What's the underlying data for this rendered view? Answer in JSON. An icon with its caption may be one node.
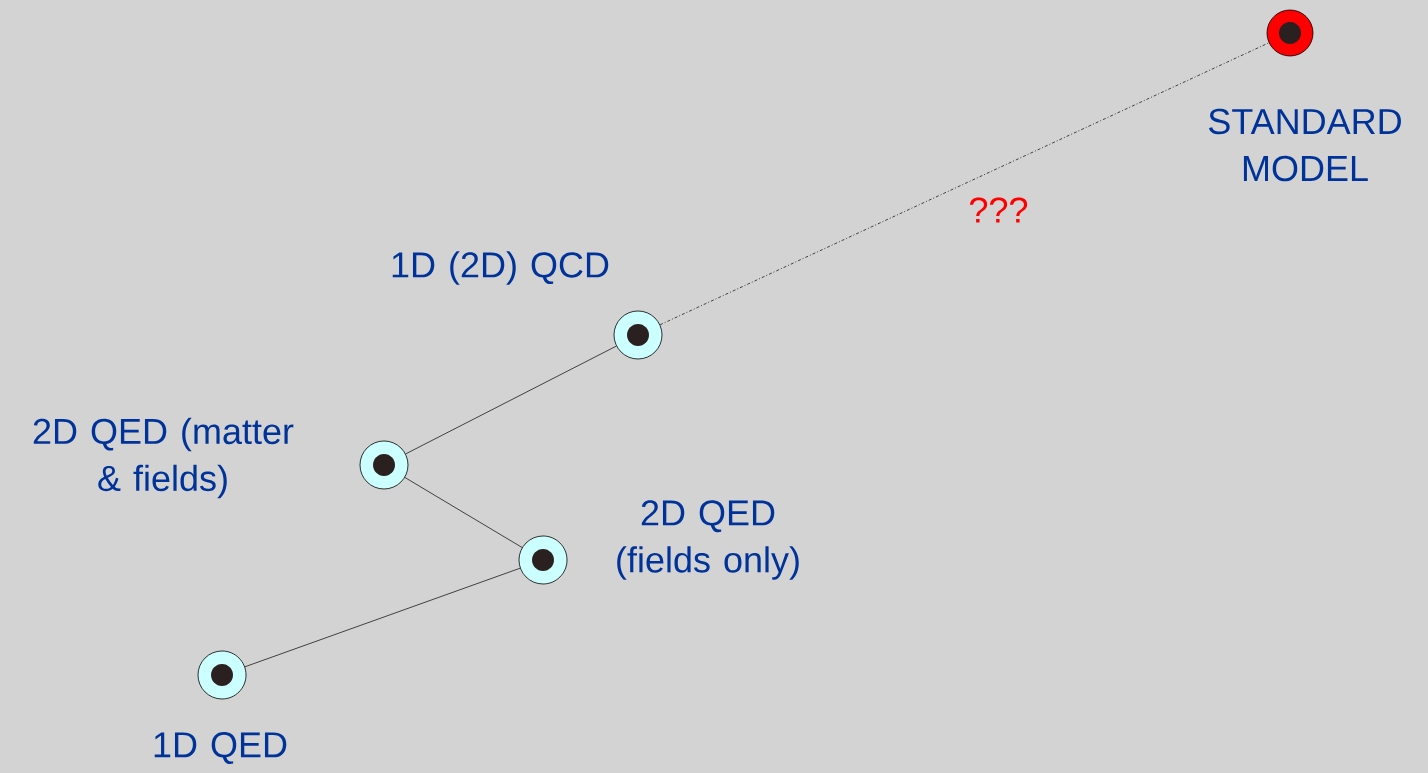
{
  "diagram": {
    "nodes": [
      {
        "text": [],
        "shape": "circle",
        "beside": [
          "STANDARD MODEL"
        ]
      },
      {
        "text": [],
        "shape": "circle",
        "beside": [
          "1D (2D) QCD"
        ]
      },
      {
        "text": [],
        "shape": "circle",
        "beside": [
          "2D QED (matter & fields)"
        ]
      },
      {
        "text": [],
        "shape": "circle",
        "beside": [
          "2D QED (fields only)"
        ]
      },
      {
        "text": [],
        "shape": "circle",
        "beside": [
          "1D QED"
        ]
      }
    ],
    "edges": [
      {
        "from": 4,
        "to": 3,
        "arrow": "none"
      },
      {
        "from": 3,
        "to": 2,
        "arrow": "none"
      },
      {
        "from": 2,
        "to": 1,
        "arrow": "none"
      },
      {
        "from": 1,
        "to": 0,
        "arrow": "none",
        "style": "dashed",
        "label": "???"
      }
    ]
  }
}
